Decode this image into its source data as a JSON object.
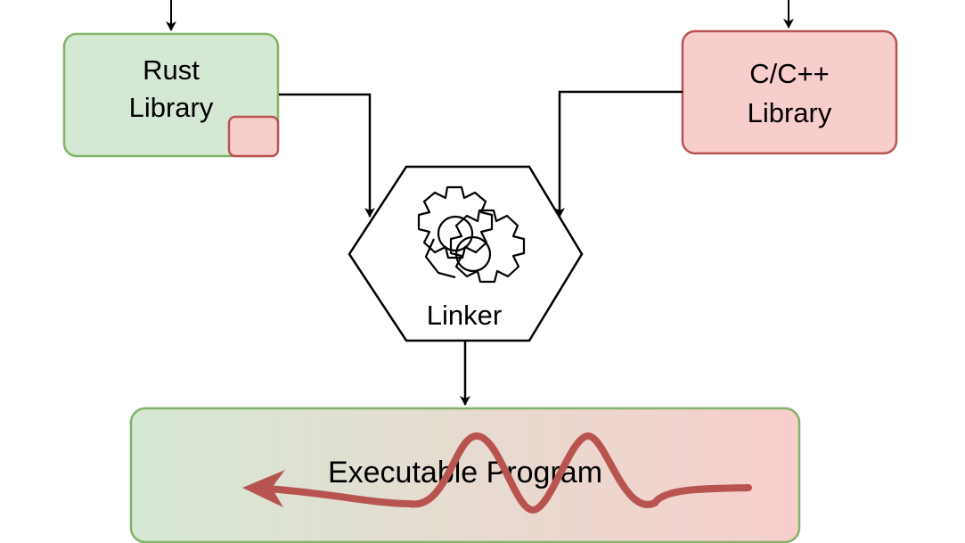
{
  "nodes": {
    "rust_library": {
      "line1": "Rust",
      "line2": "Library"
    },
    "cpp_library": {
      "line1": "C/C++",
      "line2": "Library"
    },
    "linker": {
      "label": "Linker"
    },
    "executable": {
      "label": "Executable Program"
    }
  },
  "colors": {
    "green_fill": "#d5e8d4",
    "green_stroke": "#82b366",
    "red_fill": "#f8cecc",
    "red_stroke": "#b85450",
    "wave": "#b85450",
    "edge": "#000000"
  }
}
